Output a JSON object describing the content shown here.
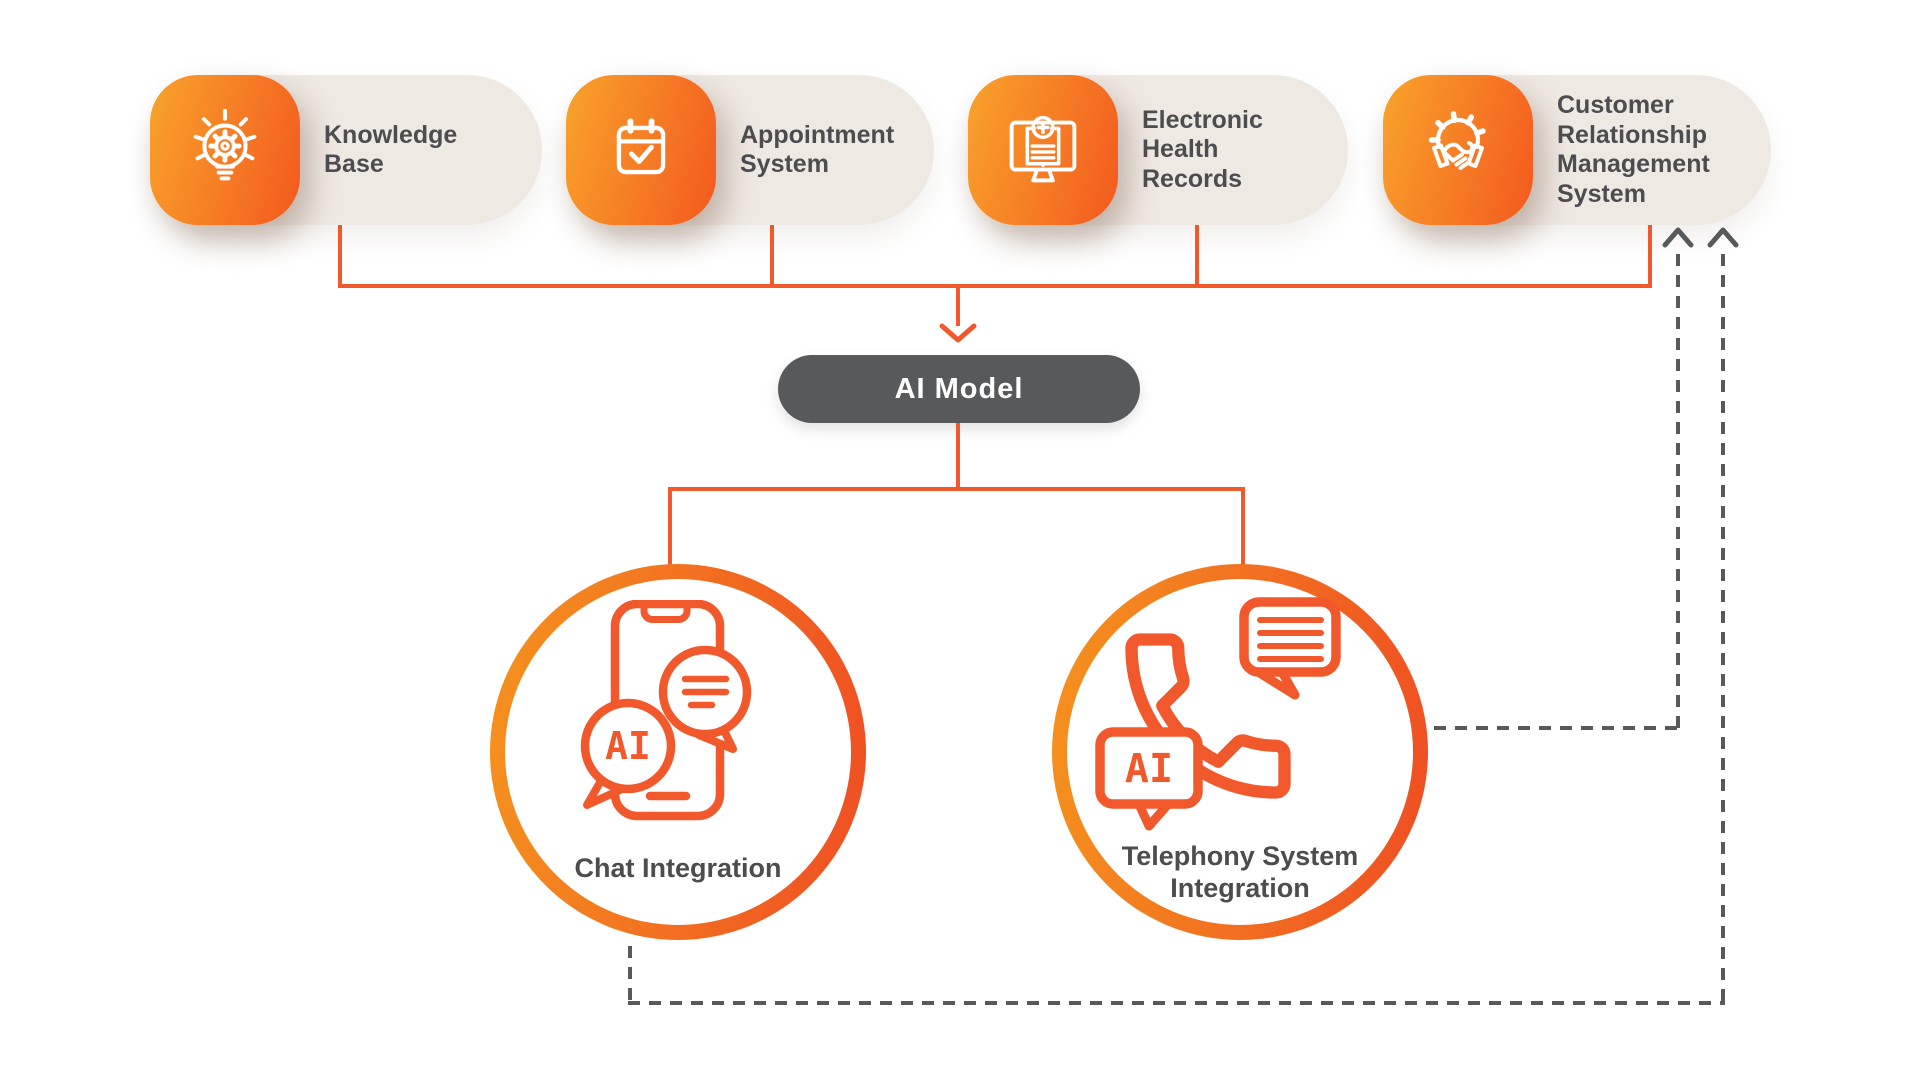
{
  "diagram": {
    "sources": [
      {
        "label": "Knowledge\nBase",
        "icon": "lightbulb-gear-icon"
      },
      {
        "label": "Appointment\nSystem",
        "icon": "calendar-check-icon"
      },
      {
        "label": "Electronic\nHealth\nRecords",
        "icon": "monitor-medical-icon"
      },
      {
        "label": "Customer\nRelationship\nManagement\nSystem",
        "icon": "handshake-gear-icon"
      }
    ],
    "ai_model": {
      "label": "AI Model"
    },
    "integrations": [
      {
        "label": "Chat Integration",
        "badge": "AI",
        "icon": "phone-chat-ai-icon"
      },
      {
        "label": "Telephony System\nIntegration",
        "badge": "AI",
        "icon": "handset-chat-ai-icon"
      }
    ],
    "colors": {
      "accent_orange": "#F1582B",
      "icon_gradient_start": "#F9A32B",
      "icon_gradient_end": "#F3591F",
      "pill_background": "#EFE9E4",
      "ai_pill_background": "#58595B",
      "label_text": "#4D4D4F",
      "dashed_line": "#58595B"
    }
  }
}
